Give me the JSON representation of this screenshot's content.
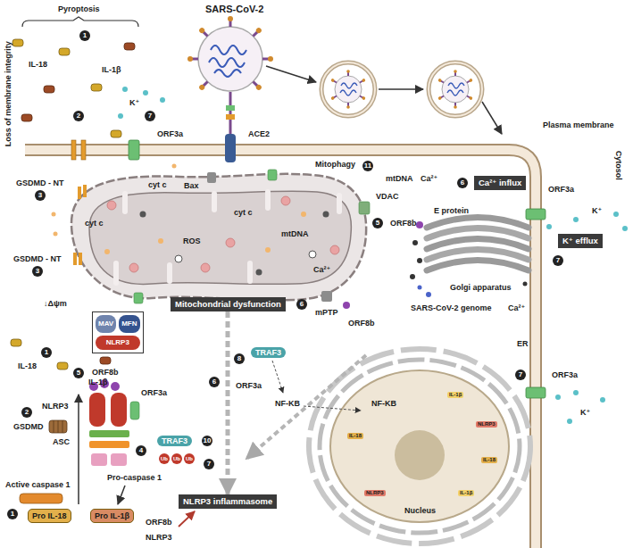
{
  "diagram": {
    "nodes": [
      {
        "text": [
          "Ca²⁺ influx"
        ]
      },
      {
        "text": [
          "K⁺ efflux"
        ]
      },
      {
        "text": [
          "Mitochondrial dysfunction"
        ]
      },
      {
        "text": [
          "MAV",
          "MFN",
          "NLRP3"
        ]
      },
      {
        "text": [
          "NLRP3 inflammasome"
        ]
      }
    ],
    "edges": [
      {
        "from": 2,
        "to": 4,
        "arrow": "to"
      }
    ],
    "labels": [
      "SARS-CoV-2",
      "Pyroptosis",
      "1",
      "IL-18",
      "IL-1β",
      "Loss of membrane integrity",
      "2",
      "K⁺",
      "7",
      "ORF3a",
      "ACE2",
      "Bax",
      "cyt c",
      "GSDMD - NT",
      "3",
      "cyt c",
      "cyt c",
      "ROS",
      "mtDNA",
      "Ca²⁺",
      "GSDMD - NT",
      "3",
      "↓Δψm",
      "6",
      "Mitophagy",
      "11",
      "mtDNA",
      "Ca²⁺",
      "VDAC",
      "5",
      "ORF8b",
      "E protein",
      "6",
      "Golgi apparatus",
      "Ca²⁺",
      "SARS-CoV-2 genome",
      "Plasma membrane",
      "Cytosol",
      "ORF3a",
      "K⁺",
      "7",
      "mPTP",
      "ORF8b",
      "TRAF3",
      "8",
      "6",
      "ORF3a",
      "NF-KB",
      "ER",
      "7",
      "ORF3a",
      "K⁺",
      "NF-KB",
      "IL-1β",
      "NLRP3",
      "IL-18",
      "IL-1β",
      "NLRP3",
      "IL-18",
      "Nucleus",
      "5",
      "ORF8b",
      "NLRP3",
      "ORF3a",
      "ASC",
      "4",
      "TRAF3",
      "10",
      "Ub",
      "Ub",
      "Ub",
      "7",
      "Pro-caspase 1",
      "IL-18",
      "1",
      "IL-1β",
      "2",
      "GSDMD",
      "Active caspase 1",
      "1",
      "Pro IL-18",
      "Pro IL-1β",
      "ORF8b",
      "NLRP3"
    ]
  }
}
